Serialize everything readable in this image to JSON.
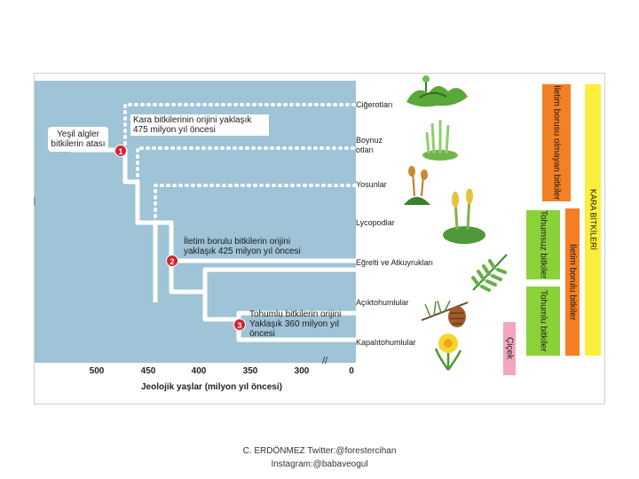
{
  "colors": {
    "plot_bg": "#9fc3d7",
    "branch": "#ffffff",
    "node": "#d6202e",
    "non_vascular_band": "#f57f24",
    "vascular_band": "#f57f24",
    "land_plants_band": "#fbee3c",
    "seedless_band": "#8bd23a",
    "seed_band": "#8bd23a",
    "flower_band": "#f4a6c0"
  },
  "diagram": {
    "origin_label": "Yeşil algler bitkilerin atası",
    "nodes": [
      {
        "number": "1",
        "text": "Kara bitkilerinin orijini yaklaşık 475 milyon yıl öncesi"
      },
      {
        "number": "2",
        "text": "İletim borulu bitkilerin orijini yaklaşık 425 milyon yıl öncesi"
      },
      {
        "number": "3",
        "text": "Tohumlu bitkilerin orijini Yaklaşık 360 milyon yıl öncesi"
      }
    ],
    "taxa": [
      {
        "name": "Ciğerotları",
        "icon": "liverwort-icon"
      },
      {
        "name": "Boynuz otları",
        "icon": "hornwort-icon"
      },
      {
        "name": "Yosunlar",
        "icon": "moss-icon"
      },
      {
        "name": "Lycopodlar",
        "icon": "lycophyte-icon"
      },
      {
        "name": "Eğrelti ve Atkuyrukları",
        "icon": "fern-icon"
      },
      {
        "name": "Açıktohumlular",
        "icon": "pinecone-icon"
      },
      {
        "name": "Kapalıtohumlular",
        "icon": "daffodil-icon"
      }
    ],
    "axis": {
      "ticks": [
        "500",
        "450",
        "400",
        "350",
        "300",
        "0"
      ],
      "title": "Jeolojik yaşlar (milyon yıl öncesi)",
      "break_mark": "//"
    },
    "groups": {
      "non_vascular": "İletim borusu olmayan bitkiler",
      "vascular": "İletim borulu bitkiler",
      "land_plants": "KARA BİTKİLERİ",
      "seedless": "Tohumsuz bitkiler",
      "seed": "Tohumlu bitkiler",
      "flower": "Çiçek"
    }
  },
  "footer": {
    "line1": "C. ERDÖNMEZ Twitter:@forestercihan",
    "line2": "Instagram:@babaveogul"
  }
}
